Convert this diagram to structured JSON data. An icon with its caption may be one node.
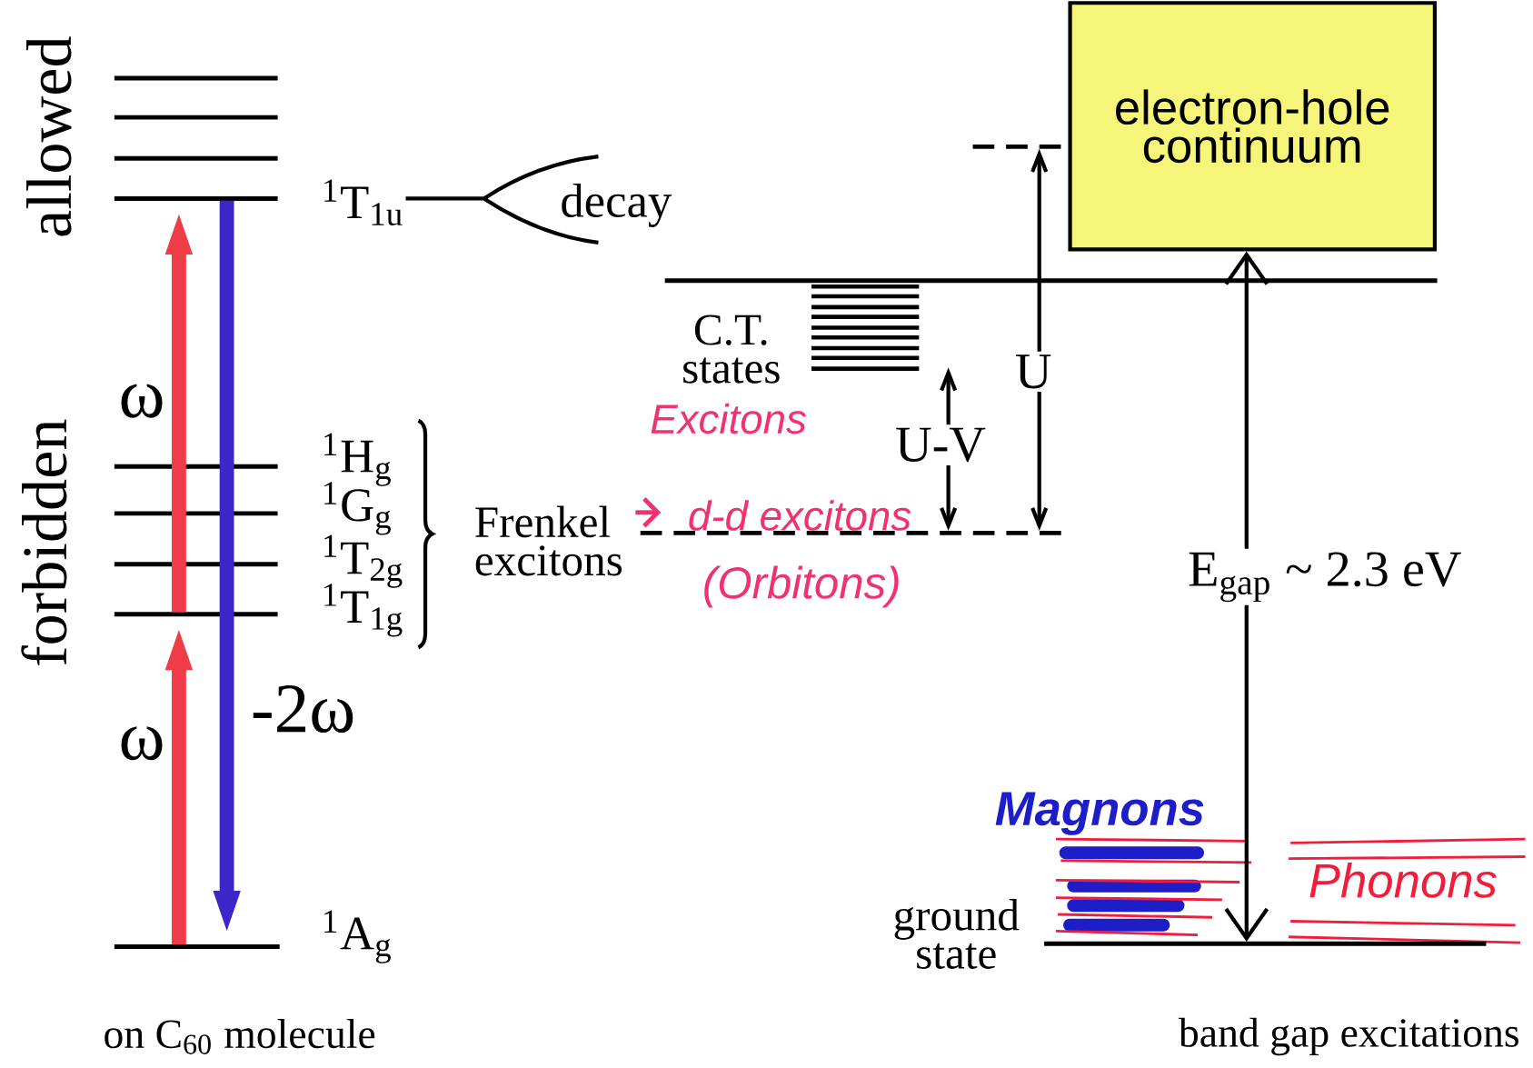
{
  "diagram": {
    "nodes": [
      {
        "text": [
          "electron-hole continuum"
        ]
      },
      {
        "text": [],
        "shape": "bar"
      },
      {
        "text": [],
        "shape": "bar"
      },
      {
        "text": [],
        "shape": "bar"
      },
      {
        "text": [],
        "shape": "bar",
        "beside": [
          "$^{1}$T$_{1u}$"
        ]
      },
      {
        "text": [],
        "shape": "bar",
        "beside": [
          "$^{1}$H$_{g}$"
        ]
      },
      {
        "text": [],
        "shape": "bar",
        "beside": [
          "$^{1}$G$_{g}$"
        ]
      },
      {
        "text": [],
        "shape": "bar",
        "beside": [
          "$^{1}$T$_{2g}$"
        ]
      },
      {
        "text": [],
        "shape": "bar",
        "beside": [
          "$^{1}$T$_{1g}$"
        ]
      },
      {
        "text": [],
        "shape": "bar",
        "beside": [
          "$^{1}$A$_{g}$"
        ]
      },
      {
        "text": [],
        "shape": "bar"
      },
      {
        "text": [],
        "shape": "bar",
        "beside": [
          "C.T. states"
        ]
      },
      {
        "text": [],
        "shape": "bar"
      },
      {
        "text": [],
        "shape": "bar"
      },
      {
        "text": [],
        "shape": "bar",
        "beside": [
          "ground state"
        ]
      }
    ],
    "edges": [
      {
        "from": 9,
        "to": 8,
        "arrow": "to",
        "label": "ω",
        "style": "thick",
        "color": "#f03c46"
      },
      {
        "from": 8,
        "to": 4,
        "arrow": "to",
        "label": "ω",
        "style": "thick",
        "color": "#f03c46"
      },
      {
        "from": 4,
        "to": 9,
        "arrow": "to",
        "label": "-2ω",
        "style": "thick",
        "color": "#3c28c8"
      },
      {
        "from": 11,
        "to": 13,
        "arrow": "both",
        "label": "U-V"
      },
      {
        "from": 12,
        "to": 13,
        "arrow": "both",
        "label": "U"
      },
      {
        "from": 14,
        "to": 0,
        "arrow": "both",
        "label": "E$_{gap}$ ~ 2.3 eV"
      }
    ],
    "labels": [
      "allowed",
      "decay",
      "forbidden",
      "Excitons",
      "Frenkel excitons",
      "d-d excitons",
      "(Orbitons)",
      "Magnons",
      "Phonons",
      "on C$_{60}$ molecule",
      "band gap excitations"
    ]
  }
}
